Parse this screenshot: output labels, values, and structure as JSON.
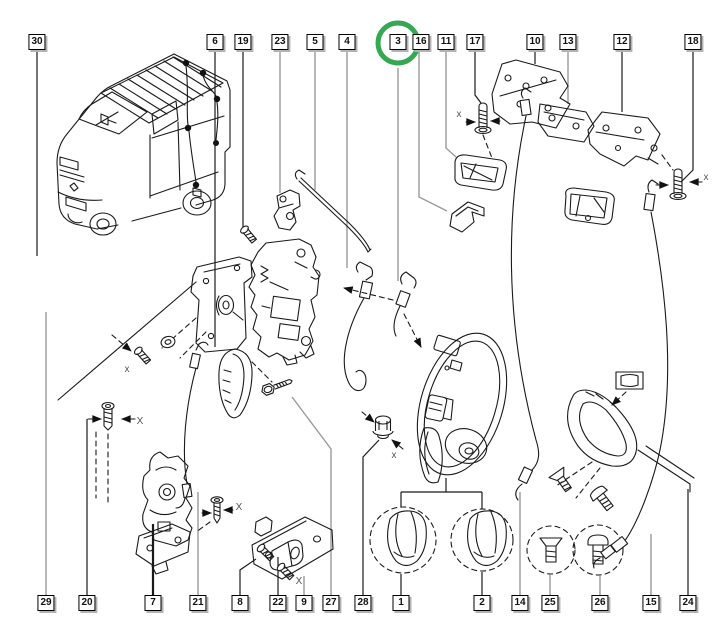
{
  "highlight": {
    "label": "3",
    "color": "#36a853"
  },
  "callouts": {
    "c30": "30",
    "c6": "6",
    "c19": "19",
    "c23": "23",
    "c5": "5",
    "c4": "4",
    "c3": "3",
    "c16": "16",
    "c11": "11",
    "c17": "17",
    "c10": "10",
    "c13": "13",
    "c12": "12",
    "c18": "18",
    "c29": "29",
    "c20": "20",
    "c7": "7",
    "c21": "21",
    "c8": "8",
    "c22": "22",
    "c9": "9",
    "c27": "27",
    "c28": "28",
    "c1": "1",
    "c2": "2",
    "c14": "14",
    "c25": "25",
    "c26": "26",
    "c15": "15",
    "c24": "24"
  },
  "x_markers": [
    "x",
    "X",
    "X",
    "X",
    "x",
    "x",
    "x"
  ],
  "colors": {
    "line": "#1a1a1a",
    "leader_gray": "#9a9a9a",
    "background": "#ffffff",
    "label_border": "#000000",
    "highlight_green": "#36a853"
  }
}
